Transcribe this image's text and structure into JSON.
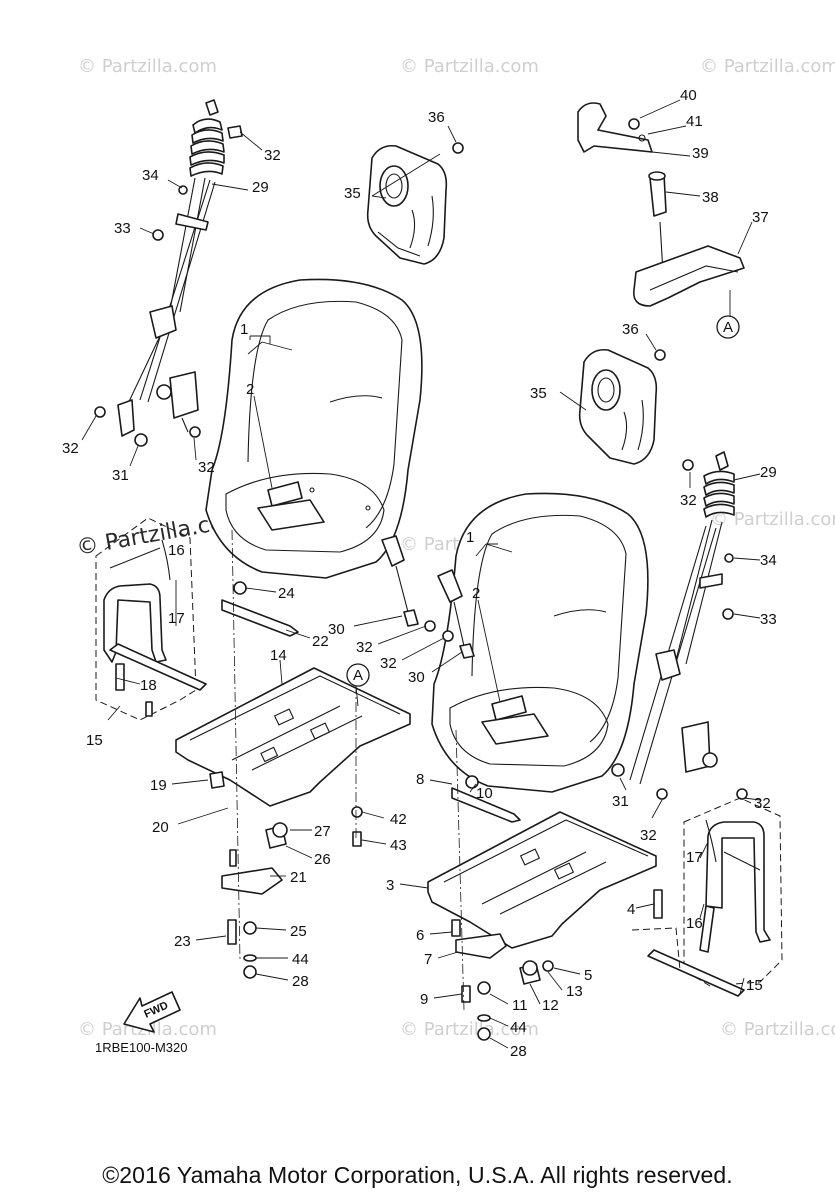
{
  "diagram": {
    "callouts": {
      "c1a": "1",
      "c2a": "2",
      "c1b": "1",
      "c2b": "2",
      "c3": "3",
      "c4": "4",
      "c5": "5",
      "c6": "6",
      "c7": "7",
      "c8": "8",
      "c9": "9",
      "c10": "10",
      "c11": "11",
      "c12": "12",
      "c13": "13",
      "c14": "14",
      "c15a": "15",
      "c15b": "15",
      "c16a": "16",
      "c16b": "16",
      "c17a": "17",
      "c17b": "17",
      "c18": "18",
      "c19": "19",
      "c20": "20",
      "c21": "21",
      "c22": "22",
      "c23": "23",
      "c24": "24",
      "c25": "25",
      "c26": "26",
      "c27": "27",
      "c28a": "28",
      "c28b": "28",
      "c29a": "29",
      "c29b": "29",
      "c30a": "30",
      "c30b": "30",
      "c31a": "31",
      "c31b": "31",
      "c32a": "32",
      "c32b": "32",
      "c32c": "32",
      "c32d": "32",
      "c32e": "32",
      "c32f": "32",
      "c32g": "32",
      "c32h": "32",
      "c33a": "33",
      "c33b": "33",
      "c34a": "34",
      "c34b": "34",
      "c35a": "35",
      "c35b": "35",
      "c36a": "36",
      "c36b": "36",
      "c37": "37",
      "c38": "38",
      "c39": "39",
      "c40": "40",
      "c41": "41",
      "c42": "42",
      "c43": "43",
      "c44a": "44",
      "c44b": "44"
    },
    "reference_mark": "A",
    "fwd_label": "FWD",
    "diagram_code": "1RBE100-M320",
    "watermark": "© Partzilla.com",
    "copyright": "©2016 Yamaha Motor Corporation, U.S.A. All rights reserved."
  }
}
